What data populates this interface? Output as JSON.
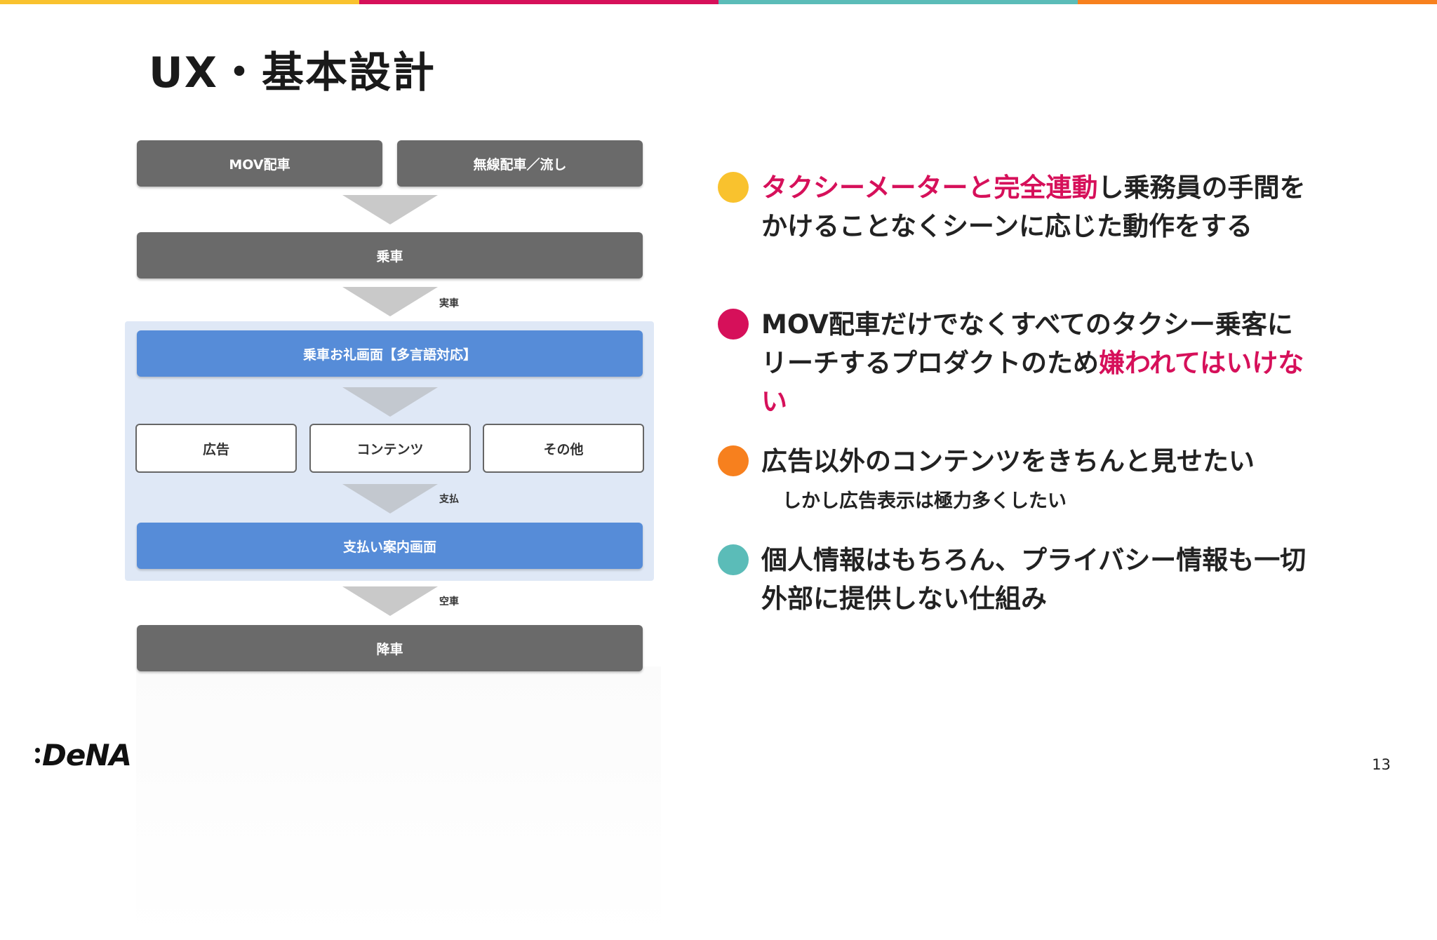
{
  "colors": {
    "topbar": [
      "#f9c22e",
      "#d6105a",
      "#5bbcb8",
      "#f7801e"
    ],
    "highlight": "#d6105a",
    "dark_box": "#6a6a6a",
    "blue_box": "#568cd8",
    "panel": "#dfe8f6"
  },
  "slide": {
    "title": "UX・基本設計",
    "page_number": "13",
    "logo_text": "DeNA"
  },
  "diagram": {
    "box_mov": "MOV配車",
    "box_musen": "無線配車／流し",
    "box_josha": "乗車",
    "label_jissha": "実車",
    "box_orei": "乗車お礼画面【多言語対応】",
    "box_koukoku": "広告",
    "box_contents": "コンテンツ",
    "box_sonota": "その他",
    "label_shiharai": "支払",
    "box_annai": "支払い案内画面",
    "label_kusha": "空車",
    "box_kousha": "降車"
  },
  "bullets": [
    {
      "dot_color": "#f9c22e",
      "highlight": "タクシーメーターと完全連動",
      "text": "し乗務員の手間をかけることなくシーンに応じた動作をする"
    },
    {
      "dot_color": "#d6105a",
      "text": "MOV配車だけでなくすべてのタクシー乗客にリーチするプロダクトのため",
      "highlight": "嫌われてはいけない"
    },
    {
      "dot_color": "#f7801e",
      "text": "広告以外のコンテンツをきちんと見せたい",
      "sub": "しかし広告表示は極力多くしたい"
    },
    {
      "dot_color": "#5bbcb8",
      "text": "個人情報はもちろん、プライバシー情報も一切外部に提供しない仕組み"
    }
  ]
}
